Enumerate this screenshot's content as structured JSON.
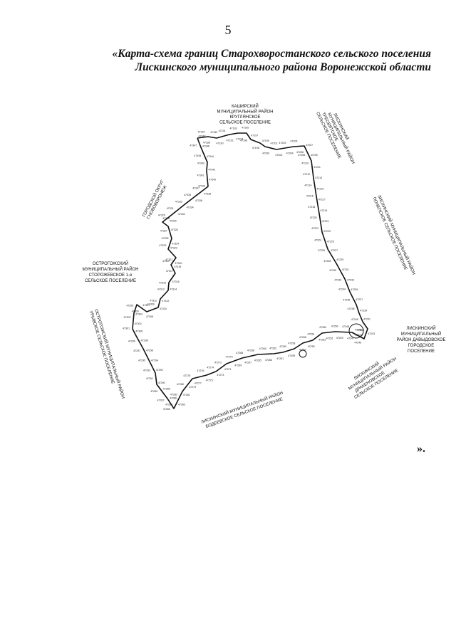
{
  "page_number": "5",
  "title": {
    "line1": "«Карта-схема границ Старохворостанского сельского поселения",
    "line2": "Лискинского муниципального района Воронежской области"
  },
  "neighbors": {
    "kashirsky": [
      "КАШИРСКИЙ",
      "МУНИЦИПАЛЬНЫЙ РАЙОН",
      "КРУГЛЯНСКОЕ",
      "СЕЛЬСКОЕ ПОСЕЛЕНИЕ"
    ],
    "liski_tresvyat": [
      "ЛИСКИНСКИЙ",
      "МУНИЦИПАЛЬНЫЙ РАЙОН",
      "ТРЕСВЯТСКОЕ",
      "СЕЛЬСКОЕ ПОСЕЛЕНИЕ"
    ],
    "liski_pochep": [
      "ЛИСКИНСКИЙ МУНИЦИПАЛЬНЫЙ РАЙОН",
      "ПОЧЕПСКОЕ СЕЛЬСКОЕ ПОСЕЛЕНИЕ"
    ],
    "liski_davydovskoe": [
      "ЛИСКИНСКИЙ",
      "МУНИЦИПАЛЬНЫЙ",
      "РАЙОН ДАВЫДОВСКОЕ",
      "ГОРОДСКОЕ",
      "ПОСЕЛЕНИЕ"
    ],
    "liski_dracheni": [
      "ЛИСКИНСКИЙ",
      "МУНИЦИПАЛЬНЫЙ РАЙОН",
      "ДРАКЕНОВСКОЕ",
      "СЕЛЬСКОЕ ПОСЕЛЕНИЕ"
    ],
    "liski_bodeevskoe": [
      "ЛИСКИНСКИЙ МУНИЦИПАЛЬНЫЙ РАЙОН",
      "БОДЕЕВСКОЕ СЕЛЬСКОЕ ПОСЕЛЕНИЕ"
    ],
    "ostrogozhsky_uryv": [
      "ОСТРОГОЖСКИЙ МУНИЦИПАЛЬНЫЙ РАЙОН",
      "УРЫВСКОЕ СЕЛЬСКОЕ ПОСЕЛЕНИЕ"
    ],
    "ostrogozhsky_storozh": [
      "ОСТРОГОЖСКИЙ",
      "МУНИЦИПАЛЬНЫЙ РАЙОН",
      "СТОРОЖЕВСКОЕ 1-е",
      "СЕЛЬСКОЕ ПОСЕЛЕНИЕ"
    ],
    "gorodskoy_okrug": [
      "ГОРОДСКОЙ ОКРУГ",
      "Г.НОВОВОРОНЕЖ"
    ]
  },
  "boundary_point_ids": [
    "47348",
    "47347",
    "47346",
    "47345",
    "47344",
    "47343",
    "47342",
    "47341",
    "47340",
    "47339",
    "47338",
    "47337",
    "47336",
    "47335",
    "47334",
    "47333",
    "47332",
    "47331",
    "47330",
    "47329",
    "47328",
    "47327",
    "47326",
    "47325",
    "47324",
    "47323",
    "47322",
    "47321",
    "47320",
    "47319",
    "47318",
    "47317",
    "47316",
    "47315",
    "47314",
    "47313",
    "47312",
    "47311",
    "47310",
    "47309",
    "47308",
    "47307",
    "47306",
    "47305",
    "47304",
    "47303",
    "47302",
    "47301",
    "47300",
    "47299",
    "47298",
    "47297",
    "47296",
    "47295",
    "47294",
    "47293",
    "47292",
    "47291",
    "47290",
    "47289",
    "47288",
    "47287",
    "47286",
    "47285",
    "47284",
    "47283",
    "47282",
    "47281",
    "47280",
    "47279",
    "47278",
    "47277",
    "47276",
    "47275",
    "47274",
    "47273",
    "47272",
    "47271",
    "47270",
    "47269",
    "47268",
    "47267",
    "47266",
    "47265",
    "47264",
    "47263",
    "47262",
    "47261",
    "47260",
    "47259",
    "47258",
    "47257",
    "47256",
    "47255",
    "47254",
    "47253",
    "47252",
    "47251",
    "47250",
    "47249",
    "47248",
    "47247",
    "47246",
    "47245",
    "47244",
    "47243",
    "47242",
    "47241",
    "47240",
    "47239",
    "47238",
    "47237",
    "47236",
    "47235",
    "47234",
    "47233",
    "47232",
    "47231",
    "47230",
    "47229",
    "47228",
    "47227",
    "47226",
    "47225",
    "47224",
    "47223",
    "47222",
    "47221",
    "47220",
    "47219",
    "47218",
    "47217",
    "47216",
    "47215",
    "47214",
    "47213",
    "47212",
    "47211",
    "47210",
    "47209",
    "47208",
    "47207",
    "47206",
    "47205",
    "47204",
    "47203",
    "47202",
    "47201",
    "47200",
    "47199",
    "47198",
    "47197",
    "47196",
    "47195",
    "47194",
    "47193",
    "47192",
    "47191",
    "47190",
    "47189",
    "47188",
    "47187"
  ],
  "closing_mark": "».",
  "colors": {
    "line": "#111111",
    "paper": "#ffffff"
  }
}
